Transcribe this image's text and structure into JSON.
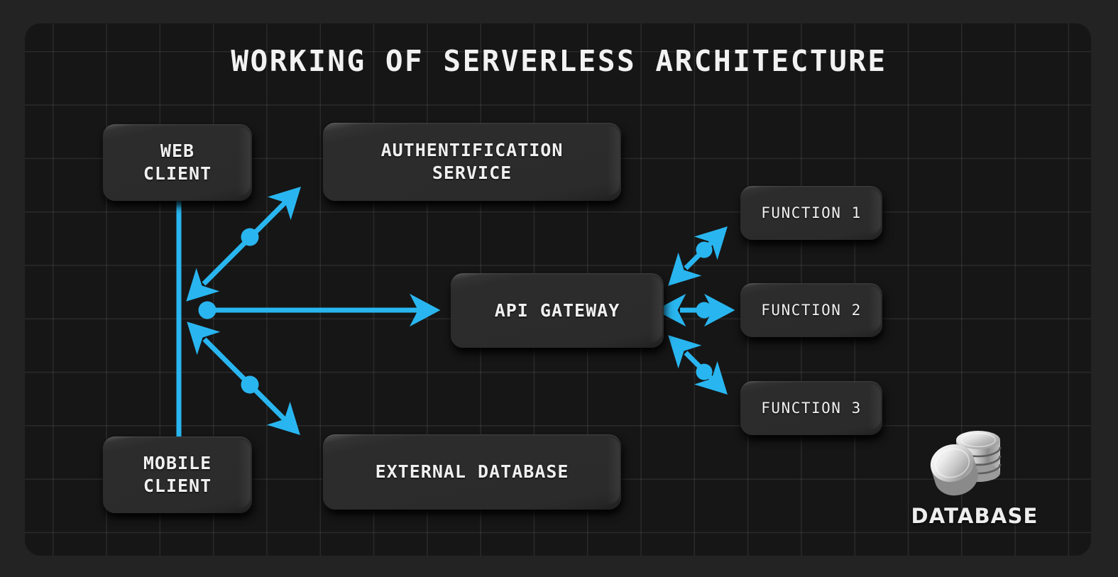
{
  "diagram": {
    "title": "WORKING OF SERVERLESS ARCHITECTURE",
    "accent_color": "#29B6F0",
    "panel_bg": "#161616",
    "page_bg": "#232323",
    "node_color": "#2c2c2c",
    "text_color": "#f0f0f0"
  },
  "nodes": {
    "web_client": "WEB\nCLIENT",
    "web_client_line1": "WEB",
    "web_client_line2": "CLIENT",
    "mobile_client_line1": "MOBILE",
    "mobile_client_line2": "CLIENT",
    "auth_service_line1": "AUTHENTIFICATION",
    "auth_service_line2": "SERVICE",
    "api_gateway": "API GATEWAY",
    "external_database": "EXTERNAL DATABASE",
    "function_1": "FUNCTION 1",
    "function_2": "FUNCTION 2",
    "function_3": "FUNCTION 3",
    "database_label": "DATABASE"
  },
  "connectors": [
    {
      "name": "clients-bus",
      "type": "line",
      "style": "vertical",
      "arrows": "none"
    },
    {
      "name": "web-client-to-auth-service",
      "type": "arrow",
      "style": "diagonal-up",
      "arrows": "double",
      "dot": true
    },
    {
      "name": "clients-to-api-gateway",
      "type": "arrow",
      "style": "horizontal",
      "arrows": "single",
      "dot": true
    },
    {
      "name": "mobile-client-to-external-database",
      "type": "arrow",
      "style": "diagonal-down",
      "arrows": "double",
      "dot": true
    },
    {
      "name": "api-gateway-to-function-1",
      "type": "arrow",
      "style": "diagonal-up",
      "arrows": "double",
      "dot": true
    },
    {
      "name": "api-gateway-to-function-2",
      "type": "arrow",
      "style": "horizontal",
      "arrows": "double",
      "dot": true
    },
    {
      "name": "api-gateway-to-function-3",
      "type": "arrow",
      "style": "diagonal-down",
      "arrows": "double",
      "dot": true
    }
  ]
}
